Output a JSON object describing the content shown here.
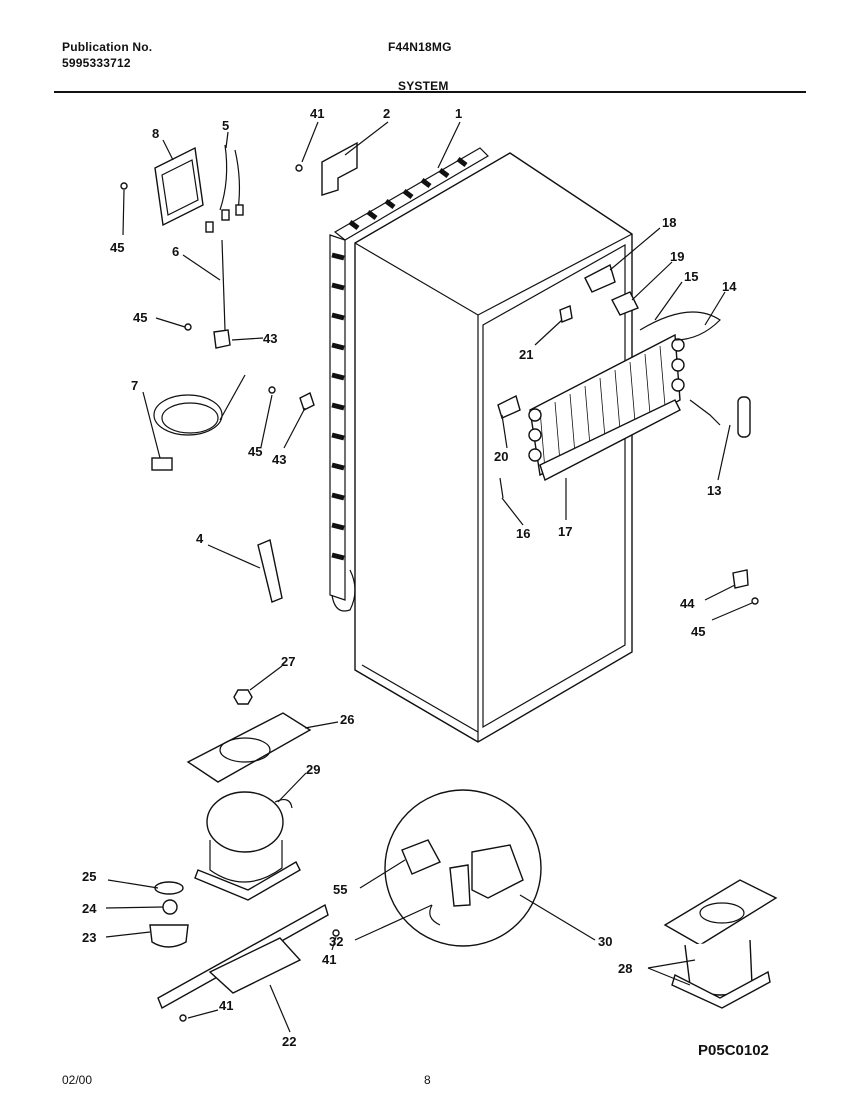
{
  "header": {
    "publication_label": "Publication No.",
    "publication_number": "5995333712",
    "model": "F44N18MG",
    "section": "SYSTEM"
  },
  "footer": {
    "date": "02/00",
    "page": "8",
    "drawing_code": "P05C0102"
  },
  "callouts": [
    "1",
    "2",
    "41",
    "5",
    "8",
    "45",
    "6",
    "45",
    "43",
    "7",
    "45",
    "43",
    "4",
    "27",
    "26",
    "29",
    "25",
    "24",
    "23",
    "55",
    "32",
    "30",
    "41",
    "41",
    "22",
    "28",
    "18",
    "19",
    "15",
    "14",
    "21",
    "20",
    "16",
    "17",
    "13",
    "44",
    "45"
  ]
}
